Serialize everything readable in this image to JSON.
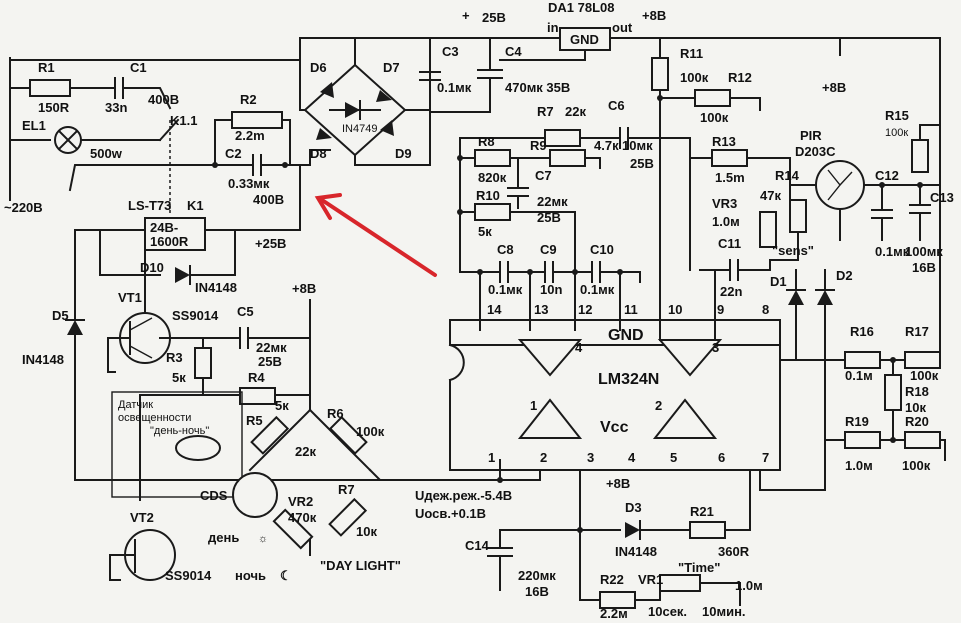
{
  "labels": {
    "r1": "R1",
    "r1_val": "150R",
    "c1": "C1",
    "c1_val": "33n",
    "v400": "400В",
    "k11": "K1.1",
    "r2": "R2",
    "r2_val": "2.2m",
    "c2": "C2",
    "c2_val": "0.33мк",
    "c2_v": "400В",
    "el1": "EL1",
    "el1_val": "500w",
    "mains": "~220В",
    "relay_type": "LS-T73",
    "k1": "K1",
    "relay_coil": "24В-",
    "relay_res": "1600R",
    "p25_relay": "+25В",
    "d10": "D10",
    "d10_val": "IN4148",
    "d5": "D5",
    "d5_val": "IN4148",
    "vt1": "VT1",
    "vt1_type": "SS9014",
    "c5": "C5",
    "c5_val": "22мк",
    "c5_v": "25В",
    "r3": "R3",
    "r3_val": "5к",
    "r4": "R4",
    "r4_val": "5к",
    "p8v_left": "+8В",
    "sensor_line1": "Датчик",
    "sensor_line2": "освещенности",
    "sensor_line3": "\"день-ночь\"",
    "r5": "R5",
    "r5_val": "22к",
    "r6": "R6",
    "r6_val": "100к",
    "cds": "CDS",
    "vr2": "VR2",
    "vr2_val": "470к",
    "r7b": "R7",
    "r7b_val": "10к",
    "day": "день",
    "night": "ночь",
    "daylight": "\"DAY LIGHT\"",
    "vt2": "VT2",
    "vt2_type": "SS9014",
    "u_hold": "Uдеж.реж.-5.4В",
    "u_light": "Uосв.+0.1В",
    "d6": "D6",
    "d7": "D7",
    "d8": "D8",
    "d9": "D9",
    "zener": "IN4749",
    "plus_top": "+",
    "p25_top": "25В",
    "da1": "DA1 78L08",
    "in": "in",
    "out": "out",
    "gnd": "GND",
    "p8_top": "+8В",
    "c3": "C3",
    "c3_val": "0.1мк",
    "c4": "C4",
    "c4_val": "470мк 35В",
    "r11": "R11",
    "r11_val": "100к",
    "r12": "R12",
    "r12_val": "100к",
    "p8_right": "+8В",
    "r7": "R7",
    "r7_val": "22к",
    "c6": "C6",
    "c6_val": "10мк",
    "c6_v": "25В",
    "r8": "R8",
    "r8_val": "820к",
    "r9": "R9",
    "r9_val": "4.7к",
    "c7": "C7",
    "c7_val": "22мк",
    "c7_v": "25В",
    "r10": "R10",
    "r10_val": "5к",
    "r13": "R13",
    "r13_val": "1.5m",
    "vr3": "VR3",
    "vr3_val": "1.0м",
    "r14": "R14",
    "r14_val": "47к",
    "sens": "\"sens\"",
    "pir": "PIR",
    "pir_type": "D203C",
    "r15": "R15",
    "r15_val": "100к",
    "c12": "C12",
    "c12_val": "0.1мк",
    "c13": "C13",
    "c13_val": "100мк",
    "c13_v": "16В",
    "c8": "C8",
    "c8_val": "0.1мк",
    "c9": "C9",
    "c9_val": "10n",
    "c10": "C10",
    "c10_val": "0.1мк",
    "c11": "C11",
    "c11_val": "22n",
    "d1": "D1",
    "d2": "D2",
    "pin14": "14",
    "pin13": "13",
    "pin12": "12",
    "pin11": "11",
    "pin10": "10",
    "pin9": "9",
    "pin8": "8",
    "pin1": "1",
    "pin2": "2",
    "pin3": "3",
    "pin4": "4",
    "pin5": "5",
    "pin6": "6",
    "pin7": "7",
    "amp4": "4",
    "amp3": "3",
    "amp1": "1",
    "amp2": "2",
    "chip_gnd": "GND",
    "chip_name": "LM324N",
    "chip_vcc": "Vcc",
    "p8_chip": "+8В",
    "r16": "R16",
    "r16_val": "0.1м",
    "r17": "R17",
    "r17_val": "100к",
    "r18": "R18",
    "r18_val": "10к",
    "r19": "R19",
    "r19_val": "1.0м",
    "r20": "R20",
    "r20_val": "100к",
    "d3": "D3",
    "d3_val": "IN4148",
    "r21": "R21",
    "r21_val": "360R",
    "c14": "C14",
    "c14_val": "220мк",
    "c14_v": "16В",
    "r22": "R22",
    "r22_val": "2.2м",
    "vr1": "VR1",
    "time": "\"Time\"",
    "vr1_val": "1.0м",
    "t_min": "10сек.",
    "t_max": "10мин."
  },
  "colors": {
    "ink": "#1a1a1a",
    "paper": "#f4f4f1",
    "arrow": "#d8262b"
  }
}
